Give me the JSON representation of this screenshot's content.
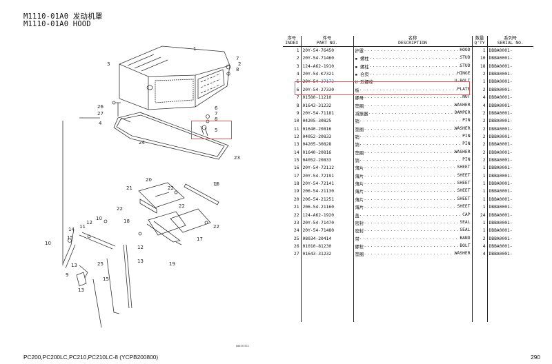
{
  "header": {
    "line1": "M1110-01A0 发动机罩",
    "line2": "M1110-01A0 HOOD"
  },
  "table": {
    "headers": {
      "index_cn": "序号",
      "index_en": "INDEX",
      "part_cn": "件号",
      "part_en": "PART NO.",
      "desc_cn": "名称",
      "desc_en": "DESCRIPTION",
      "qty_cn": "数量",
      "qty_en": "Q'TY",
      "serial_cn": "系列号",
      "serial_en": "SERIAL NO."
    },
    "rows": [
      {
        "index": "1",
        "part": "20Y-54-76450",
        "name": "护罩",
        "en": "HOOD",
        "qty": "1",
        "serial": "DBBA0001-"
      },
      {
        "index": "2",
        "part": "20Y-54-71460",
        "name": "▪ 螺柱",
        "en": "STUD",
        "qty": "10",
        "serial": "DBBA0001-"
      },
      {
        "index": "3",
        "part": "124-A62-1910",
        "name": "▪ 螺柱",
        "en": "STUD",
        "qty": "18",
        "serial": "DBBA0001-"
      },
      {
        "index": "4",
        "part": "20Y-54-K7321",
        "name": "▪ 合页",
        "en": "HINGE",
        "qty": "2",
        "serial": "DBBA0001-"
      },
      {
        "index": "5",
        "part": "20Y-54-27172",
        "name": "U 形螺栓",
        "en": "U-BOLT",
        "qty": "1",
        "serial": "DBBA0001-"
      },
      {
        "index": "6",
        "part": "20Y-54-27330",
        "name": "板",
        "en": "PLATE",
        "qty": "2",
        "serial": "DBBA0001-"
      },
      {
        "index": "7",
        "part": "01580-11210",
        "name": "螺母",
        "en": "NUT",
        "qty": "4",
        "serial": "DBBA0001-"
      },
      {
        "index": "8",
        "part": "01643-31232",
        "name": "垫圈",
        "en": "WASHER",
        "qty": "4",
        "serial": "DBBA0001-"
      },
      {
        "index": "9",
        "part": "20Y-54-71181",
        "name": "减振器",
        "en": "DAMPER",
        "qty": "2",
        "serial": "DBBA0001-"
      },
      {
        "index": "10",
        "part": "04205-30825",
        "name": "销",
        "en": "PIN",
        "qty": "2",
        "serial": "DBBA0001-"
      },
      {
        "index": "11",
        "part": "01640-20816",
        "name": "垫圈",
        "en": "WASHER",
        "qty": "2",
        "serial": "DBBA0001-"
      },
      {
        "index": "12",
        "part": "04052-20833",
        "name": "销",
        "en": "PIN",
        "qty": "2",
        "serial": "DBBA0001-"
      },
      {
        "index": "13",
        "part": "04205-30828",
        "name": "销",
        "en": "PIN",
        "qty": "2",
        "serial": "DBBA0001-"
      },
      {
        "index": "14",
        "part": "01640-20816",
        "name": "垫圈",
        "en": "WASHER",
        "qty": "2",
        "serial": "DBBA0001-"
      },
      {
        "index": "15",
        "part": "04052-20833",
        "name": "销",
        "en": "PIN",
        "qty": "2",
        "serial": "DBBA0001-"
      },
      {
        "index": "16",
        "part": "20Y-54-72112",
        "name": "薄片",
        "en": "SHEET",
        "qty": "1",
        "serial": "DBBA0001-"
      },
      {
        "index": "17",
        "part": "20Y-54-72191",
        "name": "薄片",
        "en": "SHEET",
        "qty": "1",
        "serial": "DBBA0001-"
      },
      {
        "index": "18",
        "part": "20Y-54-72141",
        "name": "薄片",
        "en": "SHEET",
        "qty": "1",
        "serial": "DBBA0001-"
      },
      {
        "index": "19",
        "part": "206-54-21130",
        "name": "薄片",
        "en": "SHEET",
        "qty": "1",
        "serial": "DBBA0001-"
      },
      {
        "index": "20",
        "part": "206-54-21251",
        "name": "薄片",
        "en": "SHEET",
        "qty": "1",
        "serial": "DBBA0001-"
      },
      {
        "index": "21",
        "part": "206-54-21160",
        "name": "薄片",
        "en": "SHEET",
        "qty": "1",
        "serial": "DBBA0001-"
      },
      {
        "index": "22",
        "part": "124-A62-1920",
        "name": "盖",
        "en": "CAP",
        "qty": "24",
        "serial": "DBBA0001-"
      },
      {
        "index": "23",
        "part": "20Y-54-71470",
        "name": "密封",
        "en": "SEAL",
        "qty": "1",
        "serial": "DBBA0001-"
      },
      {
        "index": "24",
        "part": "20Y-54-71480",
        "name": "密封",
        "en": "SEAL",
        "qty": "1",
        "serial": "DBBA0001-"
      },
      {
        "index": "25",
        "part": "08034-20414",
        "name": "带",
        "en": "BAND",
        "qty": "2",
        "serial": "DBBA0001-"
      },
      {
        "index": "26",
        "part": "01010-81230",
        "name": "螺栓",
        "en": "BOLT",
        "qty": "4",
        "serial": "DBBA0001-"
      },
      {
        "index": "27",
        "part": "01643-31232",
        "name": "垫圈",
        "en": "WASHER",
        "qty": "4",
        "serial": "DBBA0001-"
      }
    ]
  },
  "highlight": {
    "part_prefix": "20Y-54-",
    "part_suffix": "27172",
    "color": "#d8585a",
    "link_color": "#1f55b8"
  },
  "diagram": {
    "callouts": [
      "1",
      "2",
      "3",
      "4",
      "5",
      "6",
      "7",
      "8",
      "9",
      "10",
      "11",
      "12",
      "13",
      "14",
      "15",
      "16",
      "17",
      "18",
      "19",
      "20",
      "21",
      "22",
      "23",
      "24",
      "25",
      "26",
      "27"
    ],
    "drawing_code": "006474911"
  },
  "footer": {
    "models": "PC200,PC200LC,PC210,PC210LC-8 (YCPB200800)",
    "page": "290"
  }
}
